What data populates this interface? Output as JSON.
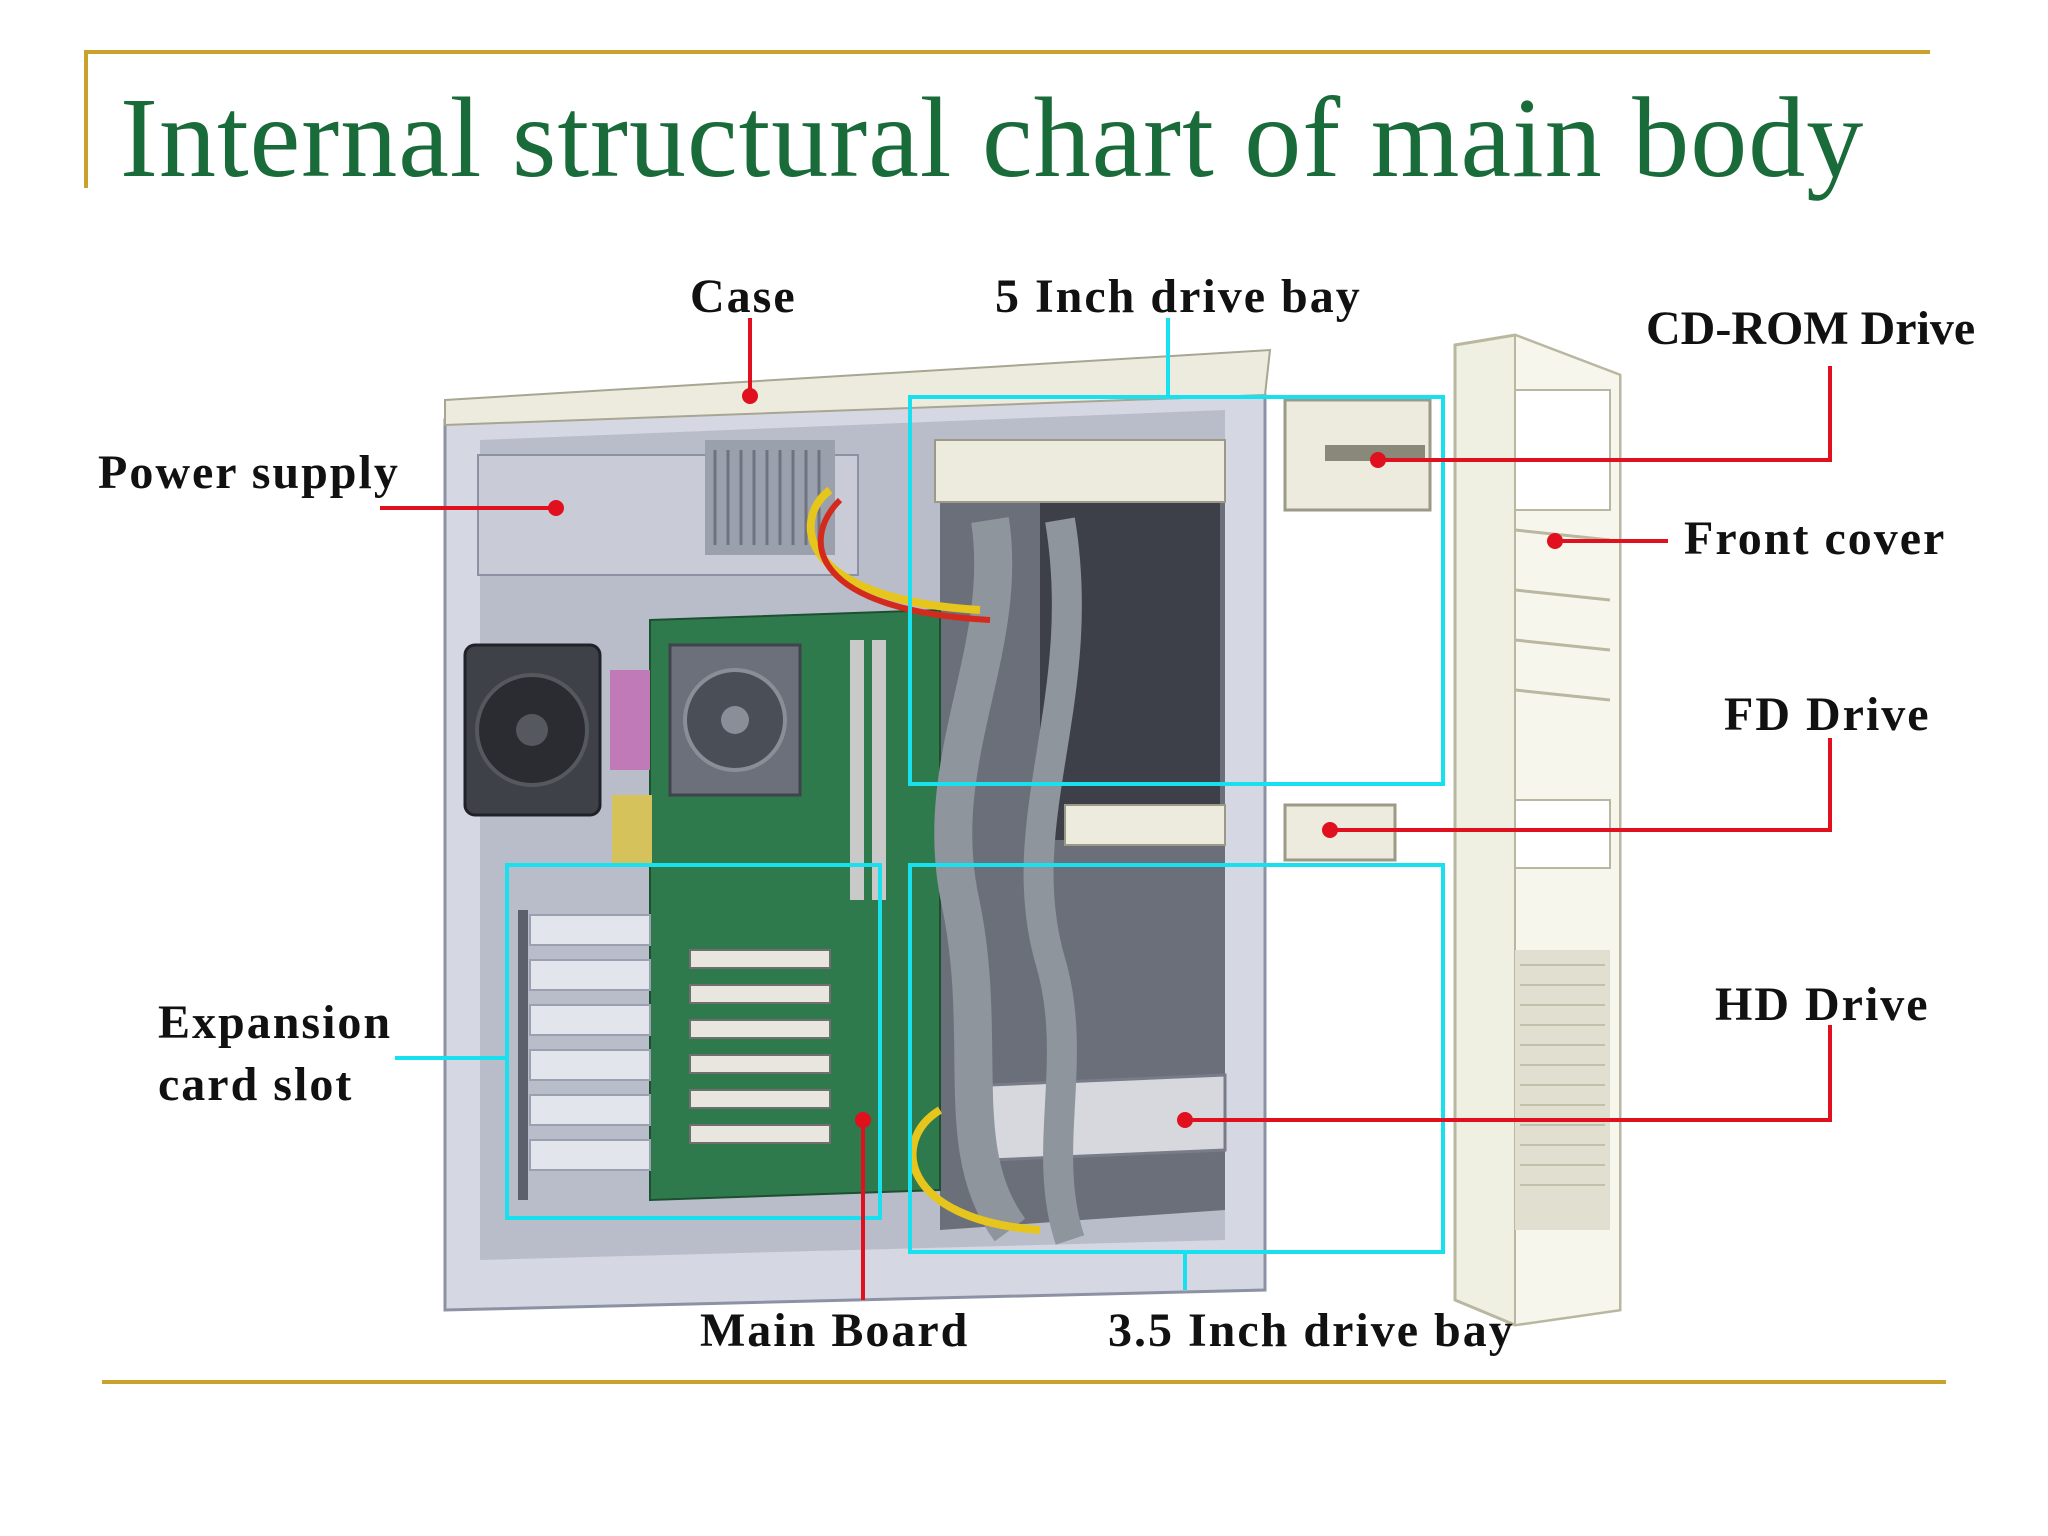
{
  "slide": {
    "title": "Internal structural chart of main body"
  },
  "labels": {
    "case": "Case",
    "five_inch_bay": "5 Inch drive bay",
    "cdrom": "CD-ROM Drive",
    "power_supply": "Power supply",
    "front_cover": "Front cover",
    "fd_drive": "FD Drive",
    "hd_drive": "HD Drive",
    "expansion_line1": "Expansion",
    "expansion_line2": "card slot",
    "main_board": "Main Board",
    "three_five_bay": "3.5 Inch drive bay"
  },
  "colors": {
    "title": "#1a6b3a",
    "rule": "#c8a22c",
    "leader": "#e0101e",
    "bracket": "#19e0ee",
    "case_light": "#d8dbe6",
    "case_dark": "#9aa0b0",
    "board": "#2f7a4c",
    "front_cover": "#efefe2"
  }
}
